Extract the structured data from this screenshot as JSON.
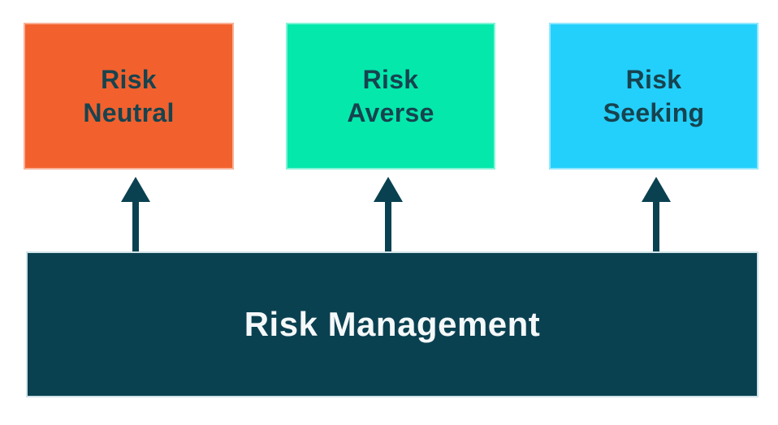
{
  "diagram": {
    "title_bar": {
      "label": "Risk Management",
      "background": "#0A4151",
      "text_color": "#F5F8F9"
    },
    "boxes": [
      {
        "name": "risk-neutral",
        "lines": [
          "Risk",
          "Neutral"
        ],
        "background": "#F2612D"
      },
      {
        "name": "risk-averse",
        "lines": [
          "Risk",
          "Averse"
        ],
        "background": "#04E8AC"
      },
      {
        "name": "risk-seeking",
        "lines": [
          "Risk",
          "Seeking"
        ],
        "background": "#23D0FC"
      }
    ],
    "box_text_color": "#17434F",
    "arrow_color": "#0A4151",
    "arrow_count": 3,
    "arrow_direction": "up"
  }
}
